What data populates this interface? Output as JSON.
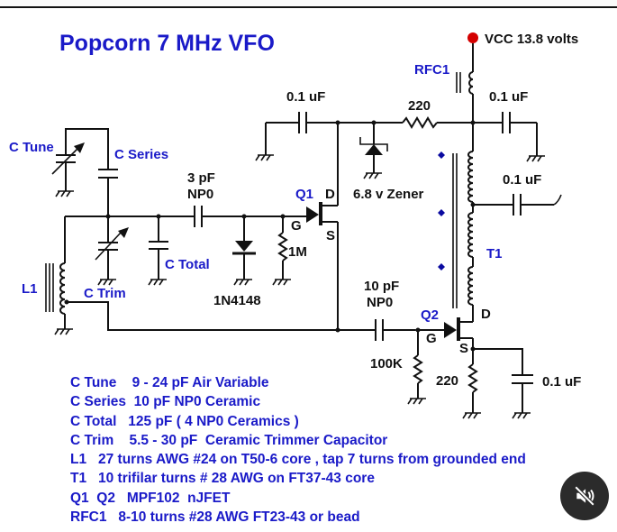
{
  "title": "Popcorn  7 MHz VFO",
  "supply": {
    "label": "VCC  13.8  volts",
    "dot_color": "#d40000"
  },
  "colors": {
    "accent_blue": "#1a1ac8",
    "ink": "#111111",
    "vcc_dot": "#d40000",
    "button_bg": "#2b2b2b"
  },
  "components": {
    "c_tune": "C Tune",
    "c_series": "C Series",
    "c_total": "C Total",
    "c_trim": "C Trim",
    "l1": "L1",
    "q1": "Q1",
    "q2": "Q2",
    "t1": "T1",
    "rfc1": "RFC1",
    "c_3pf_value": "3 pF",
    "c_3pf_type": "NP0",
    "c_10pf_value": "10 pF",
    "c_10pf_type": "NP0",
    "diode": "1N4148",
    "r_gate_q1": "1M",
    "r_gate_q2": "100K",
    "r_source_q2": "220",
    "r_series": "220",
    "zener": "6.8 v Zener",
    "cap_decouple_q1": "0.1 uF",
    "cap_decouple_vcc": "0.1 uF",
    "cap_output": "0.1 uF",
    "cap_source_q2": "0.1 uF",
    "pin_d": "D",
    "pin_g": "G",
    "pin_s": "S"
  },
  "parts_list": [
    "C Tune    9 - 24 pF Air Variable",
    "C Series  10 pF NP0 Ceramic",
    "C Total   125 pF ( 4 NP0 Ceramics )",
    "C Trim    5.5 - 30 pF  Ceramic Trimmer Capacitor",
    "L1   27 turns AWG #24 on T50-6 core , tap 7 turns from grounded end",
    "T1   10 trifilar turns # 28 AWG on FT37-43 core",
    "Q1  Q2   MPF102  nJFET",
    "RFC1   8-10 turns #28 AWG FT23-43 or bead"
  ],
  "controls": {
    "mute_icon": "speaker-muted-icon"
  }
}
